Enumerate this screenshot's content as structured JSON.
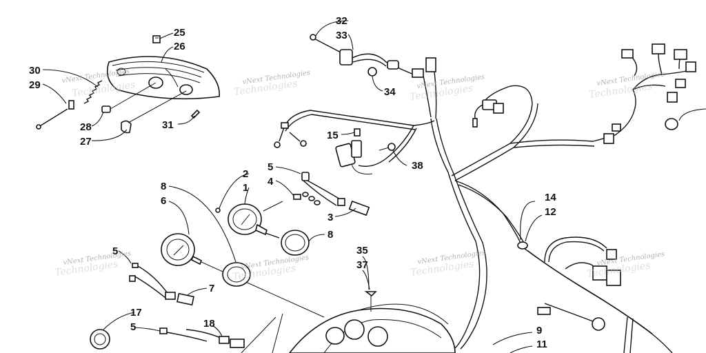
{
  "labels": {
    "l1": "1",
    "l2": "2",
    "l3": "3",
    "l4": "4",
    "l5a": "5",
    "l5b": "5",
    "l5c": "5",
    "l6": "6",
    "l7": "7",
    "l8a": "8",
    "l8b": "8",
    "l9": "9",
    "l11": "11",
    "l12": "12",
    "l14": "14",
    "l15": "15",
    "l17": "17",
    "l18": "18",
    "l25": "25",
    "l26": "26",
    "l27": "27",
    "l28": "28",
    "l29": "29",
    "l30": "30",
    "l31": "31",
    "l32": "32",
    "l33": "33",
    "l34": "34",
    "l35": "35",
    "l37": "37",
    "l38": "38"
  },
  "watermark": {
    "small": "vNext Technologies",
    "big": "Technologies"
  }
}
